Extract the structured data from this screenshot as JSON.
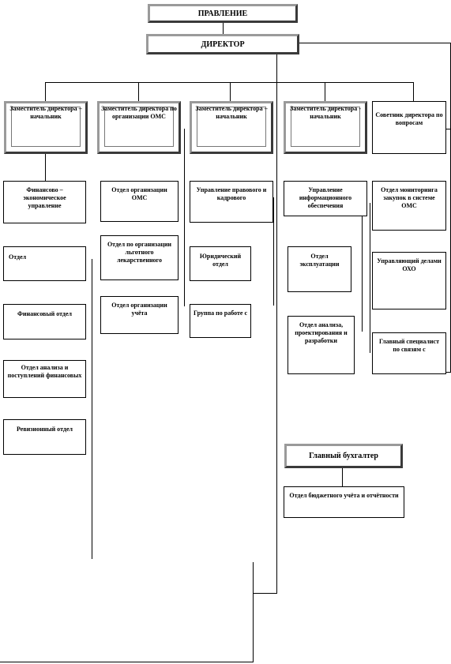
{
  "top": {
    "board": "ПРАВЛЕНИЕ",
    "director": "ДИРЕКТОР"
  },
  "deputies": [
    "Заместитель директора – начальник",
    "Заместитель директора по организации ОМС",
    "Заместитель директора – начальник",
    "Заместитель директора - начальник",
    "Советник директора по вопросам"
  ],
  "units": {
    "fin_econ": "Финансово – экономическое управление",
    "dept": "Отдел",
    "fin_dept": "Финансовый отдел",
    "analysis": "Отдел анализа и поступлений финансовых",
    "audit": "Ревизионный отдел",
    "oms_org": "Отдел организации ОМС",
    "drug_org": "Отдел по организации льготного лекарственного",
    "accounting_org": "Отдел организации учёта",
    "legal_admin": "Управление правового и кадрового",
    "legal_dept": "Юридический отдел",
    "work_group": "Группа по работе с",
    "info_mgmt": "Управление информационного обеспечения",
    "operation_dept": "Отдел эксплуатации",
    "design_dept": "Отдел анализа, проектирования и разработки",
    "monitoring": "Отдел мониторинга закупок в системе ОМС",
    "affairs": "Управляющий делами ОХО",
    "chief_specialist": "Главный специалист по связям с",
    "chief_accountant": "Главный бухгалтер",
    "budget_dept": "Отдел бюджетного учёта и отчётности"
  }
}
